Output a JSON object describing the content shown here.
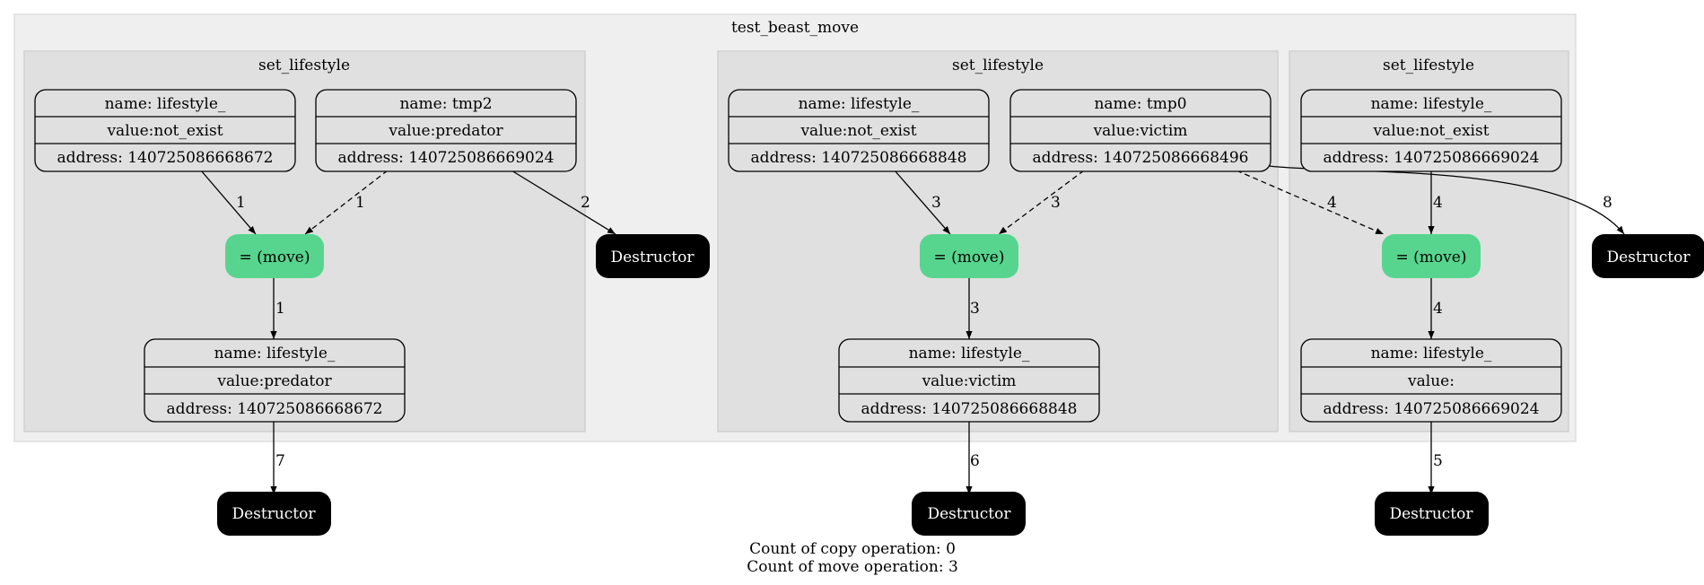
{
  "outer_cluster": {
    "title": "test_beast_move"
  },
  "clusters": [
    {
      "title": "set_lifestyle"
    },
    {
      "title": "set_lifestyle"
    },
    {
      "title": "set_lifestyle"
    }
  ],
  "records": [
    {
      "name": "name: lifestyle_",
      "value": "value:not_exist",
      "address": "address: 140725086668672"
    },
    {
      "name": "name: tmp2",
      "value": "value:predator",
      "address": "address: 140725086669024"
    },
    {
      "name": "name: lifestyle_",
      "value": "value:predator",
      "address": "address: 140725086668672"
    },
    {
      "name": "name: lifestyle_",
      "value": "value:not_exist",
      "address": "address: 140725086668848"
    },
    {
      "name": "name: tmp0",
      "value": "value:victim",
      "address": "address: 140725086668496"
    },
    {
      "name": "name: lifestyle_",
      "value": "value:victim",
      "address": "address: 140725086668848"
    },
    {
      "name": "name: lifestyle_",
      "value": "value:not_exist",
      "address": "address: 140725086669024"
    },
    {
      "name": "name: lifestyle_",
      "value": "value:",
      "address": "address: 140725086669024"
    }
  ],
  "operations": [
    {
      "label": "= (move)",
      "color": "#57d58e"
    },
    {
      "label": "= (move)",
      "color": "#57d58e"
    },
    {
      "label": "= (move)",
      "color": "#57d58e"
    }
  ],
  "destructors": [
    {
      "label": "Destructor"
    },
    {
      "label": "Destructor"
    },
    {
      "label": "Destructor"
    },
    {
      "label": "Destructor"
    },
    {
      "label": "Destructor"
    }
  ],
  "edges": [
    {
      "label": "1",
      "style": "solid"
    },
    {
      "label": "1",
      "style": "dashed"
    },
    {
      "label": "1",
      "style": "solid"
    },
    {
      "label": "2",
      "style": "solid"
    },
    {
      "label": "7",
      "style": "solid"
    },
    {
      "label": "3",
      "style": "solid"
    },
    {
      "label": "3",
      "style": "dashed"
    },
    {
      "label": "3",
      "style": "solid"
    },
    {
      "label": "6",
      "style": "solid"
    },
    {
      "label": "4",
      "style": "dashed"
    },
    {
      "label": "4",
      "style": "solid"
    },
    {
      "label": "4",
      "style": "solid"
    },
    {
      "label": "5",
      "style": "solid"
    },
    {
      "label": "8",
      "style": "solid"
    }
  ],
  "footer": {
    "copy_count": "Count of copy operation: 0",
    "move_count": "Count of move operation: 3"
  },
  "colors": {
    "outer_cluster_fill": "#efefef",
    "inner_cluster_fill": "#e0e0e0",
    "record_fill": "#e0e0e0",
    "destructor_fill": "#000000",
    "destructor_text": "#ffffff",
    "line": "#000000"
  }
}
